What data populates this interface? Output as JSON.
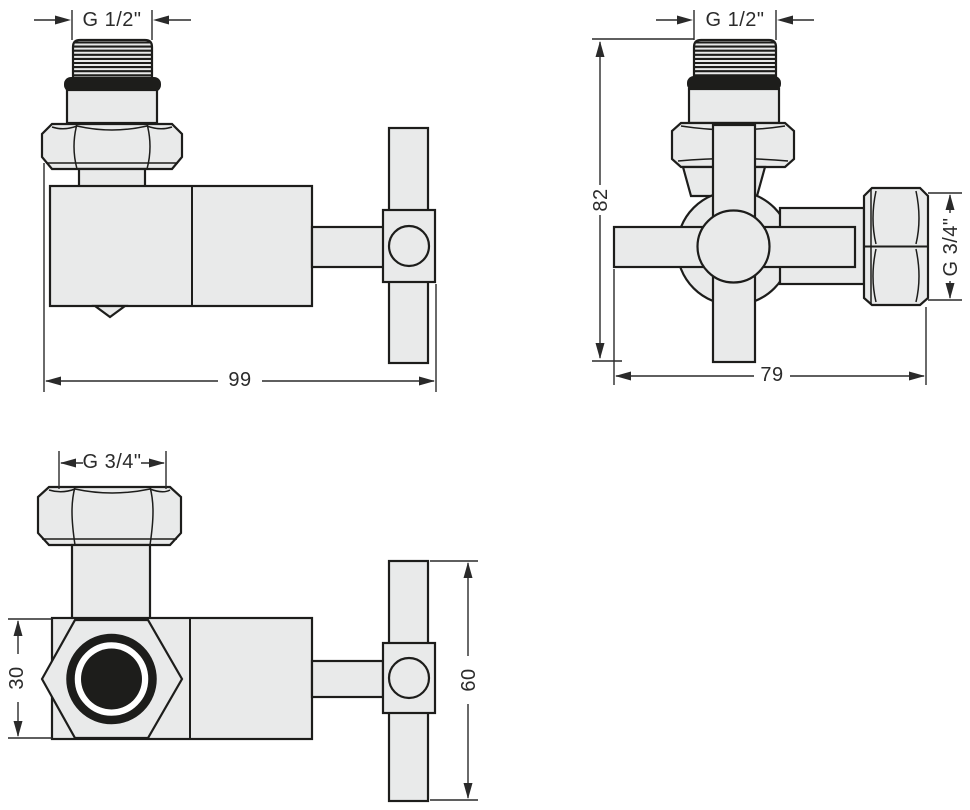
{
  "diagram": {
    "component": "angle-valve-with-cross-handle",
    "views": {
      "top_left": {
        "thread_label": "G 1/2\"",
        "width_label": "99"
      },
      "top_right": {
        "thread_label": "G 1/2\"",
        "height_label": "82",
        "width_label": "79",
        "outlet_nut_label": "G 3/4\""
      },
      "bottom_left": {
        "union_nut_label": "G 3/4\"",
        "body_height_label": "30",
        "handle_height_label": "60"
      }
    },
    "colors": {
      "background": "#ffffff",
      "part_fill": "#e9eaea",
      "outline": "#1d1d1b",
      "dimension": "#2a2a2a"
    }
  }
}
